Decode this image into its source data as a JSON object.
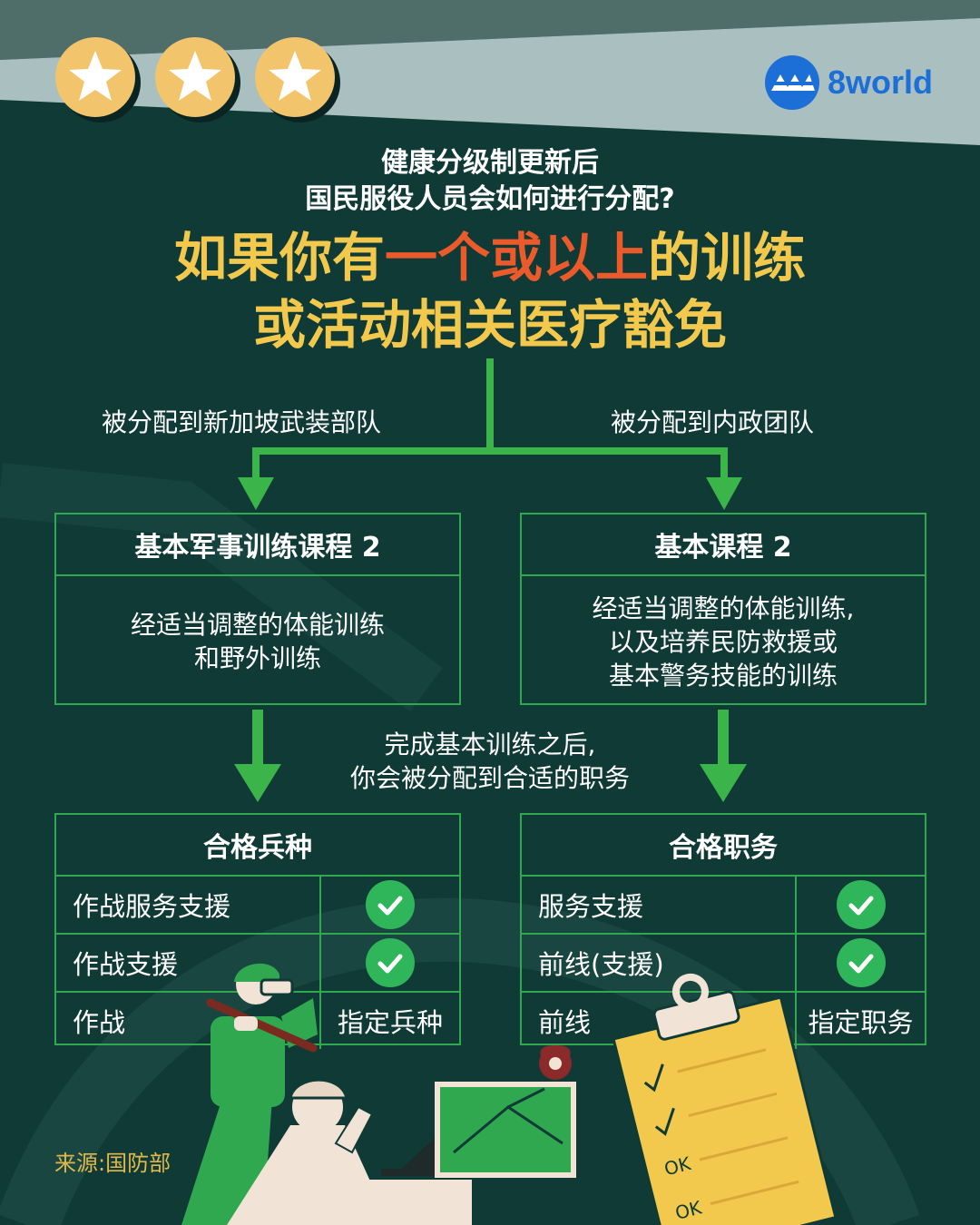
{
  "brand": {
    "logo_text": "8world",
    "logo_color": "#1c6fd6"
  },
  "colors": {
    "background": "#0f3a36",
    "green": "#2fa84f",
    "yellow": "#f2c94c",
    "orange": "#eb5a2b",
    "star_disc": "#f2c46c"
  },
  "stars_count": 3,
  "header": {
    "line1": "健康分级制更新后",
    "line2": "国民服役人员会如何进行分配?",
    "big_line1_a": "如果你有",
    "big_line1_b": "一个或以上",
    "big_line1_c": "的训练",
    "big_line2": "或活动相关医疗豁免"
  },
  "branches": {
    "left_label": "被分配到新加坡武装部队",
    "right_label": "被分配到内政团队"
  },
  "courses": {
    "left": {
      "title": "基本军事训练课程 2",
      "line1": "经适当调整的体能训练",
      "line2": "和野外训练"
    },
    "right": {
      "title": "基本课程 2",
      "line1": "经适当调整的体能训练,",
      "line2": "以及培养民防救援或",
      "line3": "基本警务技能的训练"
    }
  },
  "middle_note": {
    "line1": "完成基本训练之后,",
    "line2": "你会被分配到合适的职务"
  },
  "left_table": {
    "title": "合格兵种",
    "rows": [
      {
        "label": "作战服务支援",
        "status": "check"
      },
      {
        "label": "作战支援",
        "status": "check"
      },
      {
        "label": "作战",
        "status": "text",
        "value": "指定兵种"
      }
    ]
  },
  "right_table": {
    "title": "合格职务",
    "rows": [
      {
        "label": "服务支援",
        "status": "check"
      },
      {
        "label": "前线(支援)",
        "status": "check"
      },
      {
        "label": "前线",
        "status": "text",
        "value": "指定职务"
      }
    ]
  },
  "clipboard": {
    "ok1": "OK",
    "ok2": "OK"
  },
  "source": "来源:国防部"
}
